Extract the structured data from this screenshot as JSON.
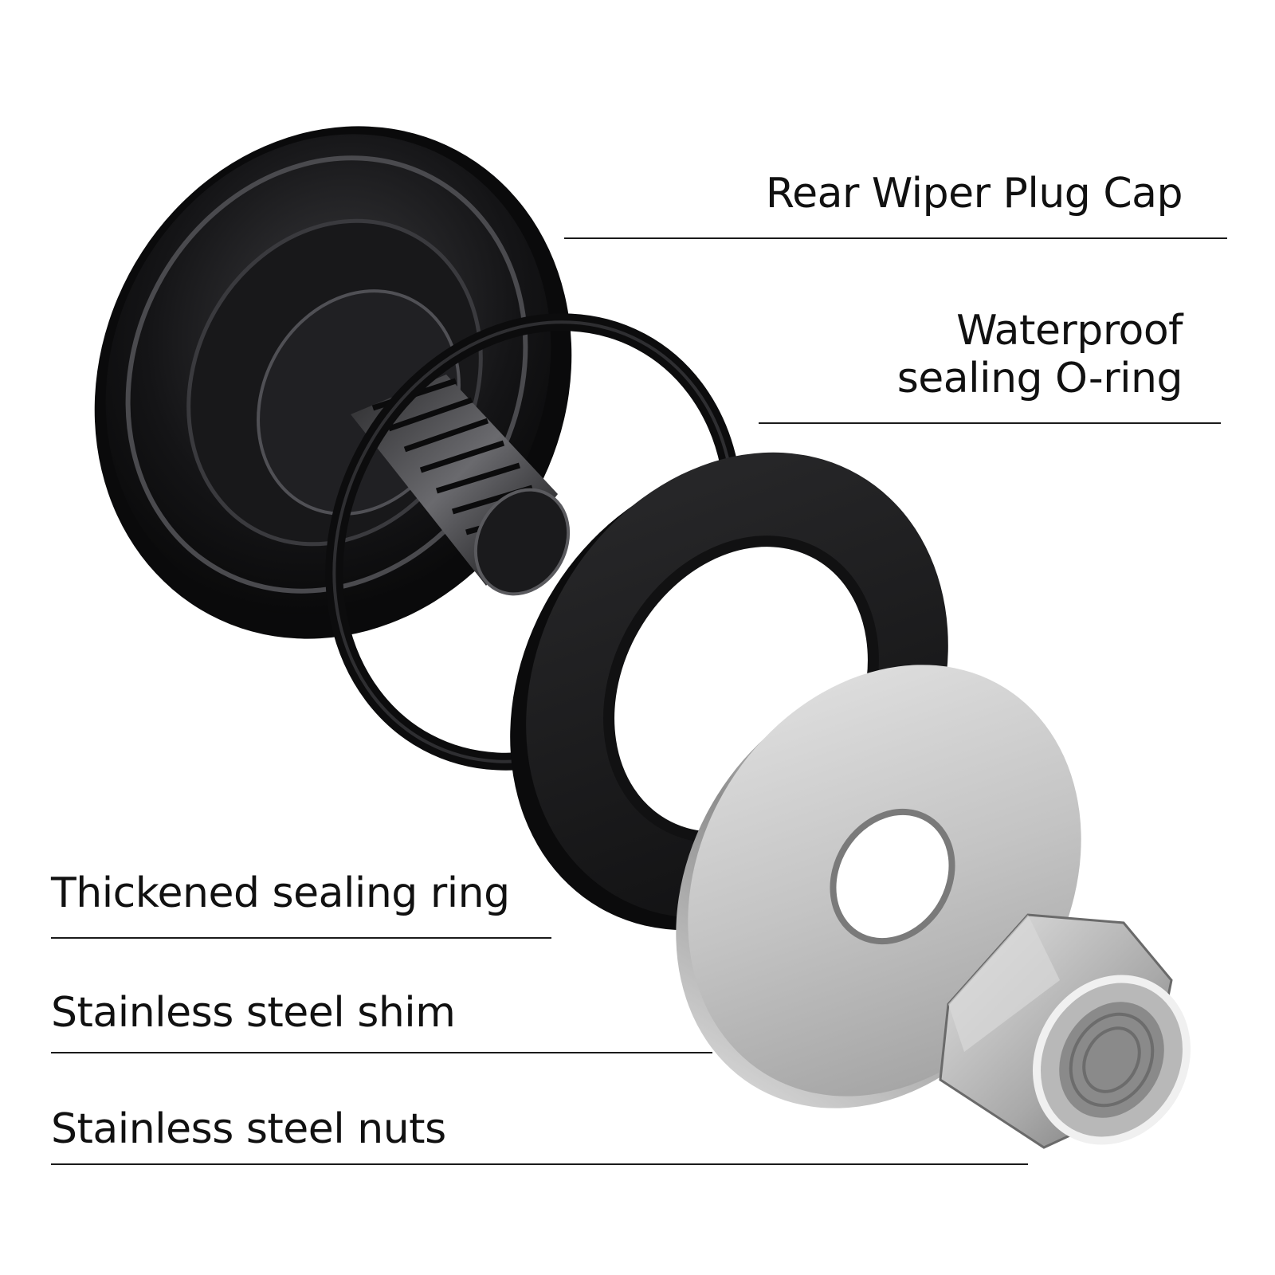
{
  "labels": {
    "cap": "Rear Wiper Plug Cap",
    "oring_line1": "Waterproof",
    "oring_line2": "sealing O-ring",
    "thick_ring": "Thickened sealing ring",
    "shim": "Stainless steel shim",
    "nuts": "Stainless steel nuts"
  },
  "colors": {
    "background": "#ffffff",
    "text": "#111111",
    "rubber": "#1c1c1e",
    "steel": "#c8c8c8"
  }
}
